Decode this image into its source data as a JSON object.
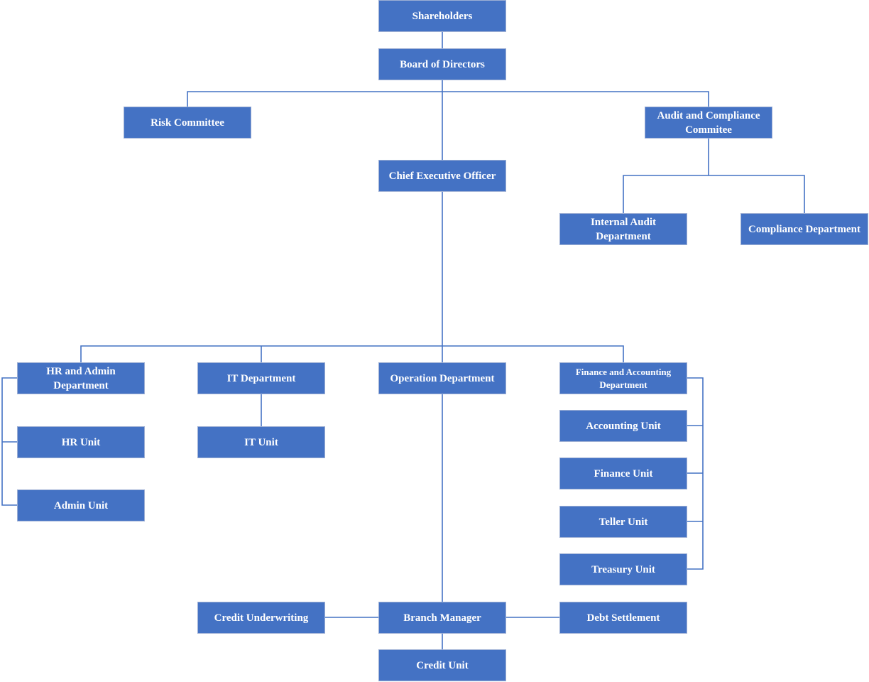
{
  "nodes": {
    "shareholders": "Shareholders",
    "board": "Board of Directors",
    "risk_committee": "Risk Committee",
    "audit_committee": "Audit and Compliance Commitee",
    "ceo": "Chief Executive Officer",
    "internal_audit": "Internal Audit Department",
    "compliance_dept": "Compliance Department",
    "hr_admin_dept": "HR and Admin Department",
    "it_dept": "IT Department",
    "operation_dept": "Operation Department",
    "finance_dept": "Finance and Accounting Department",
    "hr_unit": "HR Unit",
    "it_unit": "IT Unit",
    "admin_unit": "Admin Unit",
    "accounting_unit": "Accounting Unit",
    "finance_unit": "Finance Unit",
    "teller_unit": "Teller Unit",
    "treasury_unit": "Treasury Unit",
    "credit_underwriting": "Credit Underwriting",
    "branch_manager": "Branch Manager",
    "debt_settlement": "Debt Settlement",
    "credit_unit": "Credit Unit"
  },
  "colors": {
    "node_fill": "#4472c4",
    "node_border": "#9dafd4",
    "connector": "#4472c4",
    "text": "#ffffff"
  }
}
